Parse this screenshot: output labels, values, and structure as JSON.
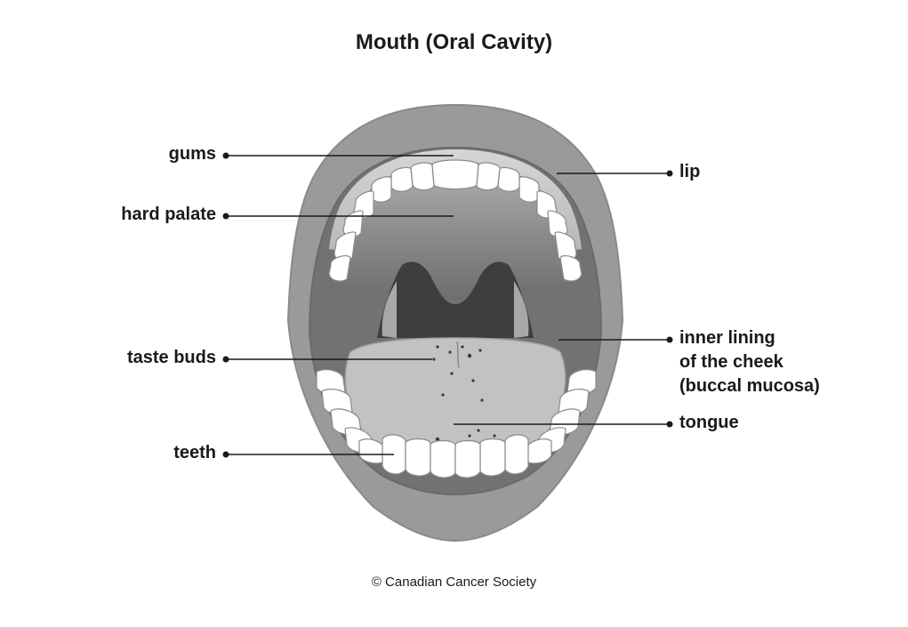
{
  "title": "Mouth (Oral Cavity)",
  "labels": {
    "gums": "gums",
    "hard_palate": "hard palate",
    "taste_buds": "taste buds",
    "teeth": "teeth",
    "lip": "lip",
    "inner_lining": [
      "inner lining",
      "of the cheek",
      "(buccal mucosa)"
    ],
    "tongue": "tongue"
  },
  "copyright": "© Canadian Cancer Society",
  "colors": {
    "lip": "#9a9a9a",
    "lip_edge": "#8a8a8a",
    "cavity": "#727272",
    "palate": "#8c8c8c",
    "throat": "#3e3e3e",
    "uvula": "#7a7a7a",
    "tonsil": "#a8a8a8",
    "tongue": "#c2c2c2",
    "teeth": "#ffffff",
    "teeth_outline": "#8a8a8a",
    "leader_line": "#1a1a1a"
  }
}
